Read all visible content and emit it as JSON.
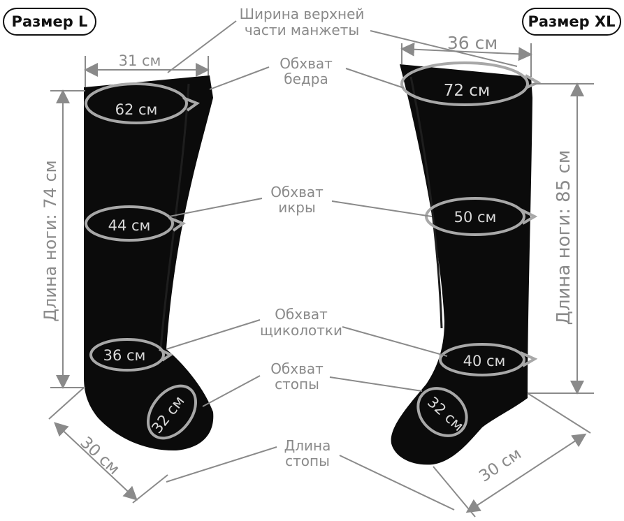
{
  "badges": {
    "left": "Размер L",
    "right": "Размер XL"
  },
  "labels": {
    "cuff_width_1": "Ширина верхней",
    "cuff_width_2": "части манжеты",
    "thigh_1": "Обхват",
    "thigh_2": "бедра",
    "calf_1": "Обхват",
    "calf_2": "икры",
    "ankle_1": "Обхват",
    "ankle_2": "щиколотки",
    "foot_1": "Обхват",
    "foot_2": "стопы",
    "foot_length_1": "Длина",
    "foot_length_2": "стопы"
  },
  "size_l": {
    "top_width": "31 см",
    "leg_length": "Длина ноги: 74 см",
    "foot_length": "30 см",
    "thigh": "62 см",
    "calf": "44 см",
    "ankle": "36 см",
    "foot": "32 см"
  },
  "size_xl": {
    "top_width": "36 см",
    "leg_length": "Длина ноги: 85 см",
    "foot_length": "30 см",
    "thigh": "72 см",
    "calf": "50 см",
    "ankle": "40 см",
    "foot": "32 см"
  },
  "colors": {
    "boot": "#0b0b0b",
    "dimension": "#8a8a8a",
    "ring": "#a8a8a8"
  }
}
